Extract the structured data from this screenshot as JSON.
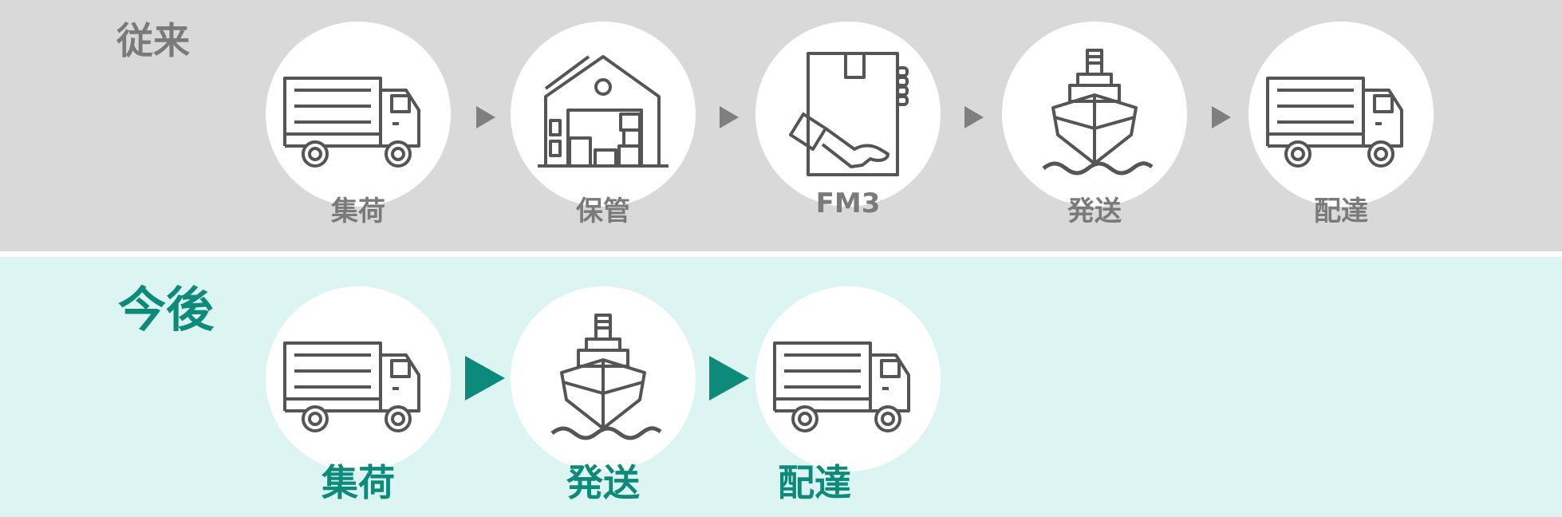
{
  "top": {
    "label": "従来",
    "steps": [
      {
        "label": "集荷",
        "icon": "truck-icon"
      },
      {
        "label": "保管",
        "icon": "warehouse-icon"
      },
      {
        "label": "FM3",
        "icon": "hand-box-icon"
      },
      {
        "label": "発送",
        "icon": "ship-icon"
      },
      {
        "label": "配達",
        "icon": "truck-icon"
      }
    ]
  },
  "bottom": {
    "label": "今後",
    "steps": [
      {
        "label": "集荷",
        "icon": "truck-icon"
      },
      {
        "label": "発送",
        "icon": "ship-icon"
      },
      {
        "label": "配達",
        "icon": "truck-icon"
      }
    ]
  },
  "colors": {
    "top_background": "#d9d9d9",
    "bottom_background": "#dcf5f3",
    "top_text": "#7a7a7a",
    "accent": "#0e8a7a",
    "icon_stroke": "#555555"
  }
}
